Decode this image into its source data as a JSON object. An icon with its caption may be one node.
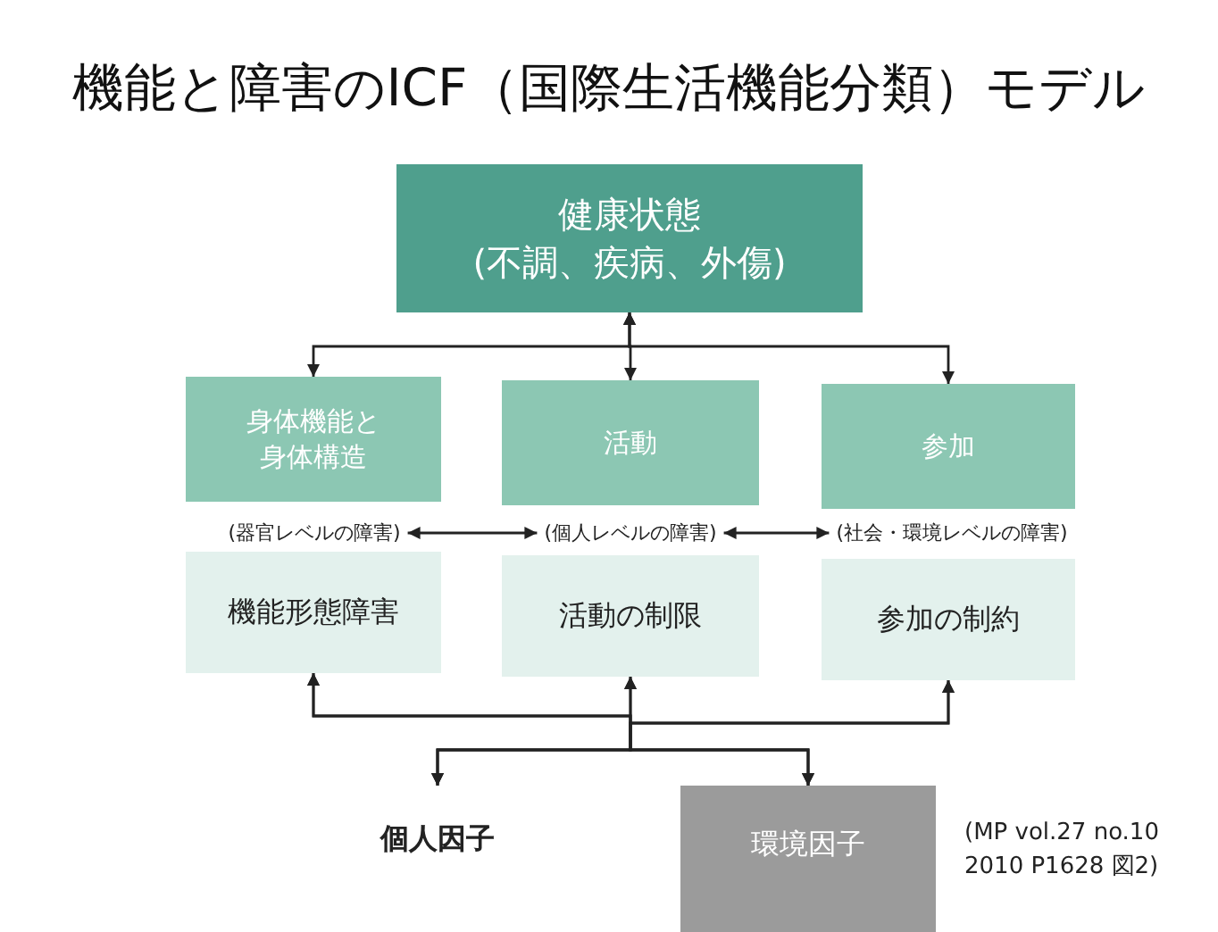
{
  "diagram": {
    "title": "機能と障害のICF（国際生活機能分類）モデル",
    "nodes": [
      {
        "text": [
          "健康状態",
          "(不調、疾病、外傷)"
        ]
      },
      {
        "text": [
          "身体機能と身体構造"
        ]
      },
      {
        "text": [
          "活動"
        ]
      },
      {
        "text": [
          "参加"
        ]
      },
      {
        "text": [
          "(器官レベルの障害)"
        ]
      },
      {
        "text": [
          "(個人レベルの障害)"
        ]
      },
      {
        "text": [
          "(社会・環境レベルの障害)"
        ]
      },
      {
        "text": [
          "機能形態障害"
        ]
      },
      {
        "text": [
          "活動の制限"
        ]
      },
      {
        "text": [
          "参加の制約"
        ]
      },
      {
        "text": [
          "個人因子"
        ]
      },
      {
        "text": [
          "環境因子"
        ]
      }
    ],
    "edges": [
      {
        "from": 0,
        "to": 1,
        "arrow": "both"
      },
      {
        "from": 0,
        "to": 2,
        "arrow": "both"
      },
      {
        "from": 0,
        "to": 3,
        "arrow": "both"
      },
      {
        "from": 4,
        "to": 5,
        "arrow": "both"
      },
      {
        "from": 5,
        "to": 6,
        "arrow": "both"
      },
      {
        "from": 10,
        "to": 7,
        "arrow": "both"
      },
      {
        "from": 10,
        "to": 8,
        "arrow": "both"
      },
      {
        "from": 10,
        "to": 9,
        "arrow": "both"
      },
      {
        "from": 11,
        "to": 7,
        "arrow": "both"
      },
      {
        "from": 11,
        "to": 8,
        "arrow": "both"
      },
      {
        "from": 11,
        "to": 9,
        "arrow": "both"
      }
    ],
    "labels": [
      "(MP vol.27 no.10 2010 P1628 図2)"
    ]
  }
}
